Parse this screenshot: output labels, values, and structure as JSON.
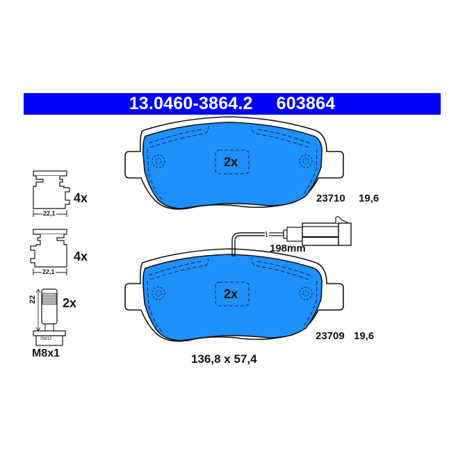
{
  "header": {
    "part_number": "13.0460-3864.2",
    "article_number": "603864",
    "background_color": "#0000ff",
    "text_color": "#ffffff"
  },
  "pads": [
    {
      "name": "upper-pad",
      "quantity_label": "2x",
      "ref_code": "23710",
      "thickness": "19,6",
      "fill_color": "#1e90ff"
    },
    {
      "name": "lower-pad",
      "quantity_label": "2x",
      "ref_code": "23709",
      "thickness": "19,6",
      "fill_color": "#1e90ff",
      "wear_sensor": {
        "cable_length": "198mm"
      }
    }
  ],
  "dimensions": "136,8 x 57,4",
  "accessories": [
    {
      "name": "clip-a",
      "width_dim": "22,1",
      "quantity": "4x"
    },
    {
      "name": "clip-b",
      "width_dim": "22,1",
      "quantity": "4x"
    },
    {
      "name": "bolt",
      "length_dim": "22",
      "wrench_size": "SW13",
      "thread": "M8x1",
      "quantity": "2x"
    }
  ]
}
